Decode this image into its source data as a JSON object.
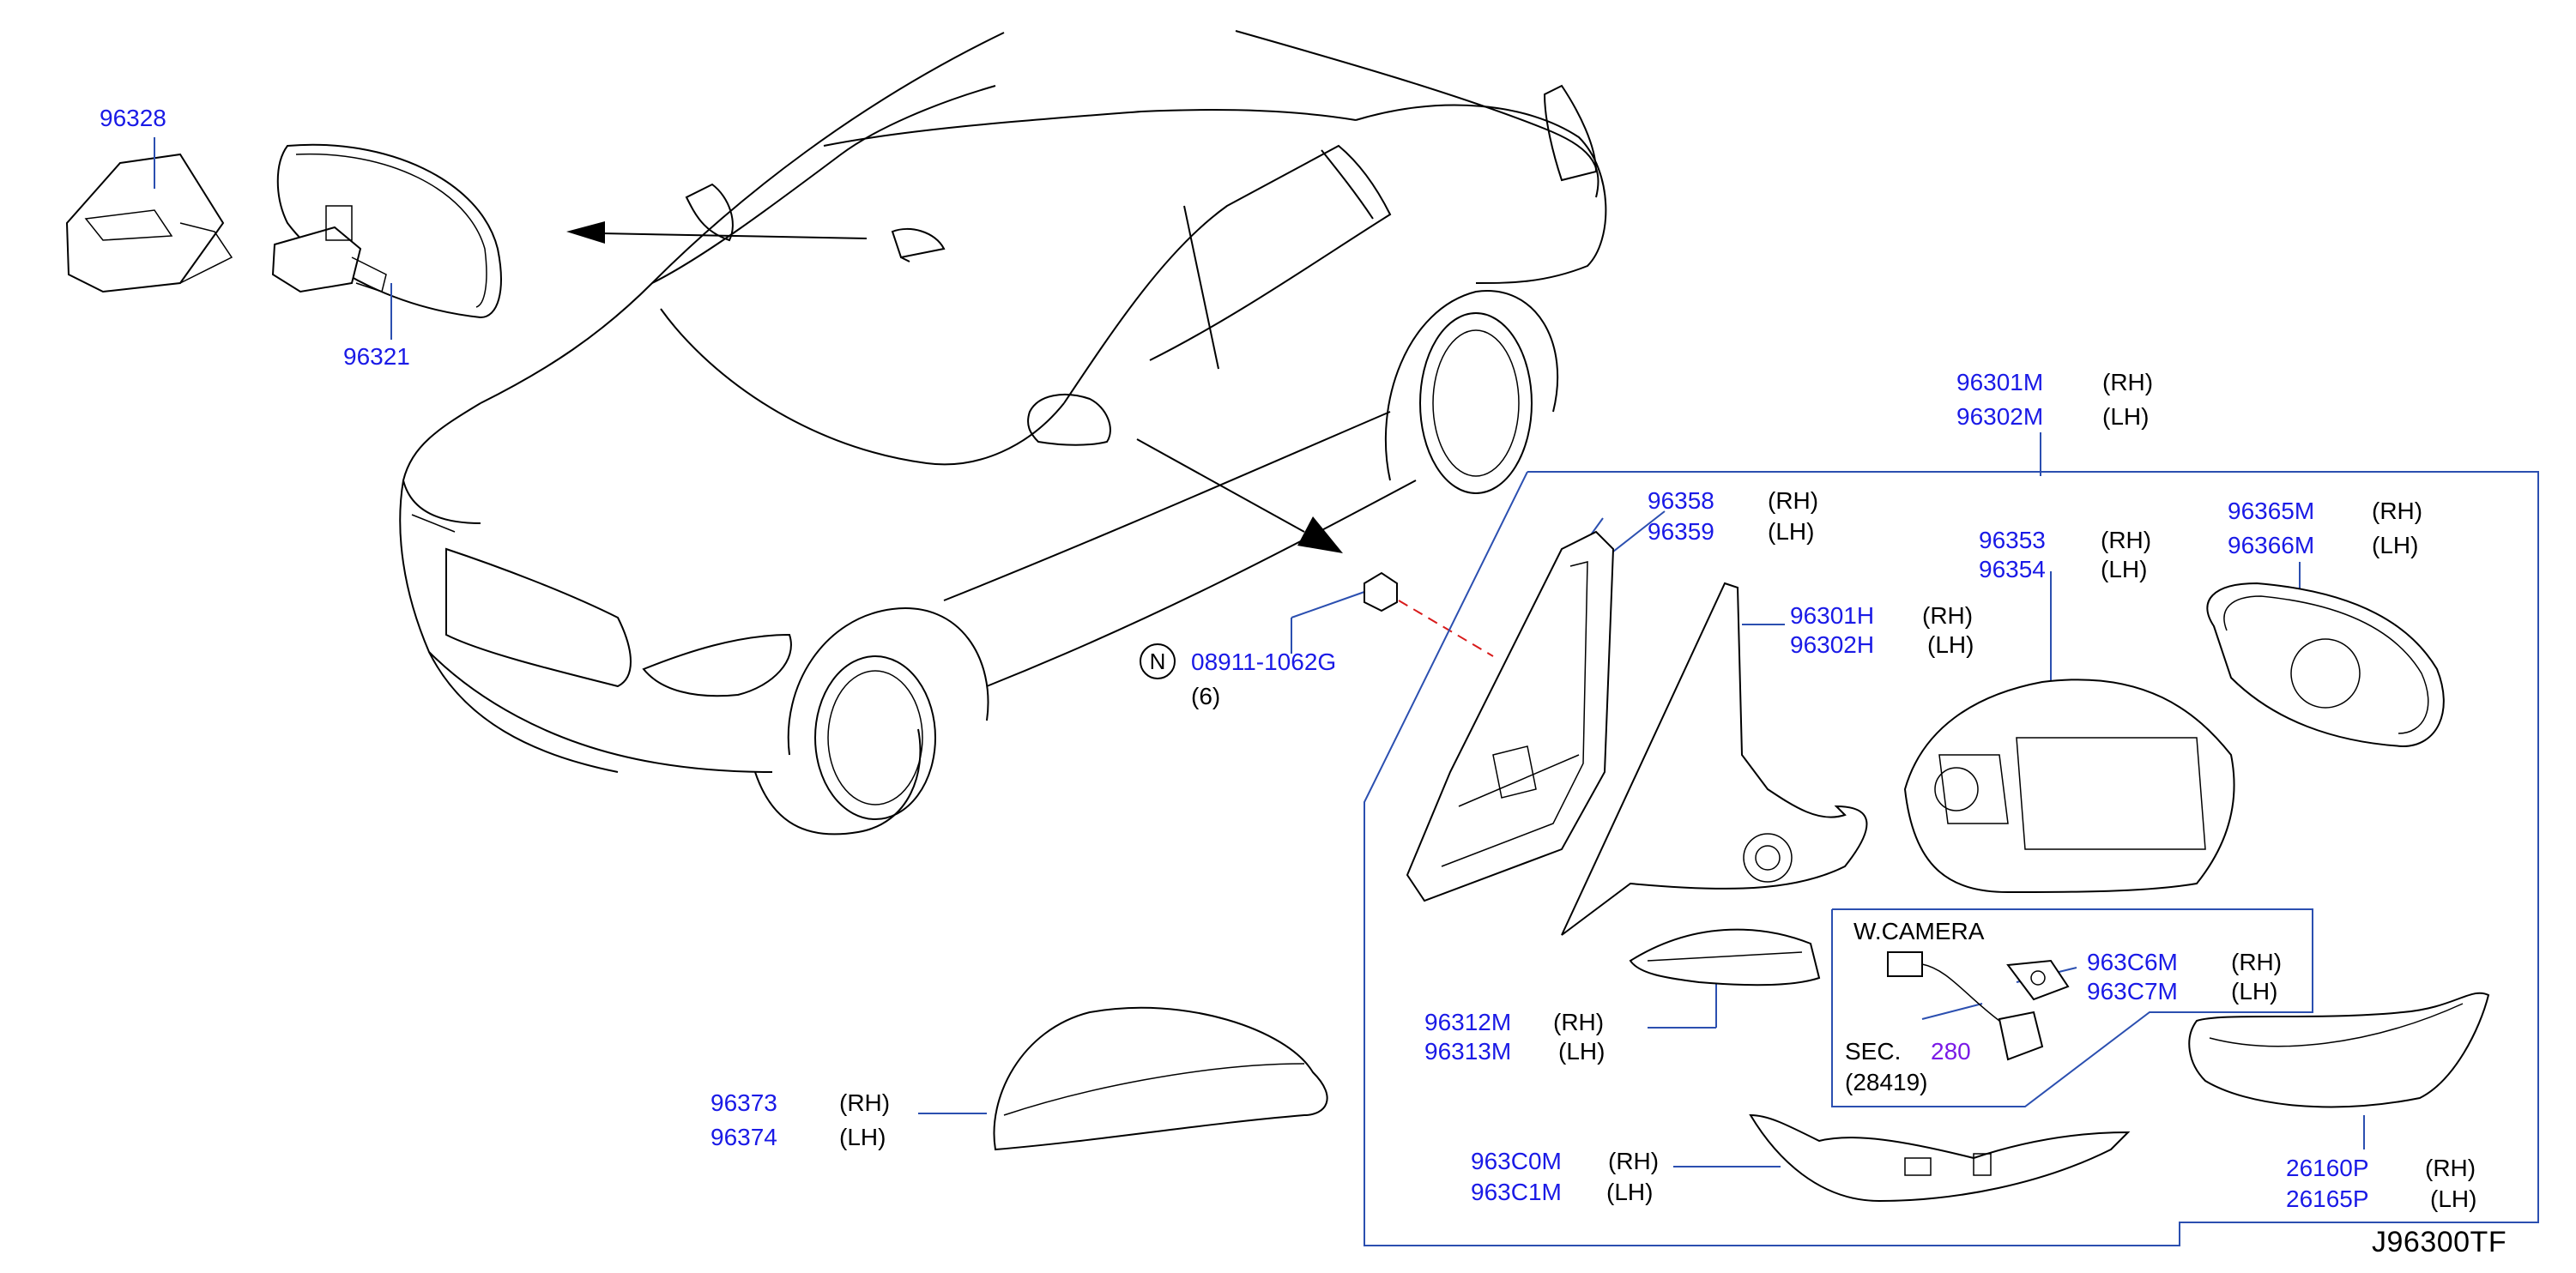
{
  "drawing_code": "J96300TF",
  "colors": {
    "part_number": "#1a1ae6",
    "section_ref": "#7a1ae6",
    "leader": "#2b4fb0",
    "lines": "#000000"
  },
  "labels": {
    "p96328": "96328",
    "p96321": "96321",
    "p96301M": "96301M",
    "p96301M_side": "(RH)",
    "p96302M": "96302M",
    "p96302M_side": "(LH)",
    "p96358": "96358",
    "p96358_side": "(RH)",
    "p96359": "96359",
    "p96359_side": "(LH)",
    "p96353": "96353",
    "p96353_side": "(RH)",
    "p96354": "96354",
    "p96354_side": "(LH)",
    "p96365M": "96365M",
    "p96365M_side": "(RH)",
    "p96366M": "96366M",
    "p96366M_side": "(LH)",
    "p96301H": "96301H",
    "p96301H_side": "(RH)",
    "p96302H": "96302H",
    "p96302H_side": "(LH)",
    "nut_circle": "N",
    "p08911": "08911-1062G",
    "p08911_qty": "(6)",
    "wcamera": "W.CAMERA",
    "p963C6M": "963C6M",
    "p963C6M_side": "(RH)",
    "p963C7M": "963C7M",
    "p963C7M_side": "(LH)",
    "sec_label": "SEC.",
    "sec_num": "280",
    "sec_part": "(28419)",
    "p96312M": "96312M",
    "p96312M_side": "(RH)",
    "p96313M": "96313M",
    "p96313M_side": "(LH)",
    "p96373": "96373",
    "p96373_side": "(RH)",
    "p96374": "96374",
    "p96374_side": "(LH)",
    "p963C0M": "963C0M",
    "p963C0M_side": "(RH)",
    "p963C1M": "963C1M",
    "p963C1M_side": "(LH)",
    "p26160P": "26160P",
    "p26160P_side": "(RH)",
    "p26165P": "26165P",
    "p26165P_side": "(LH)"
  }
}
